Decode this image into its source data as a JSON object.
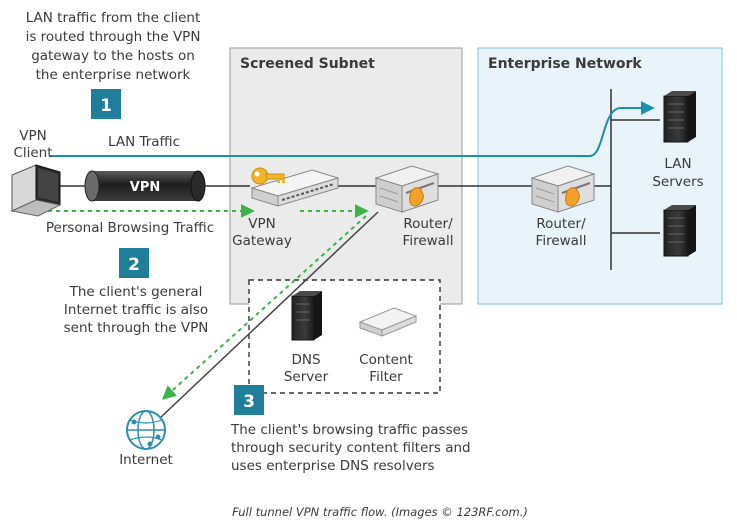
{
  "steps": [
    {
      "number": "1",
      "text": [
        "LAN traffic from the client",
        "is routed through the VPN",
        "gateway to the hosts on",
        "the enterprise network"
      ]
    },
    {
      "number": "2",
      "text": [
        "The client's general",
        "Internet traffic is also",
        "sent through the VPN"
      ]
    },
    {
      "number": "3",
      "text": [
        "The client's browsing traffic passes",
        "through security content filters and",
        "uses enterprise DNS resolvers"
      ]
    }
  ],
  "zones": {
    "screened_subnet": "Screened Subnet",
    "enterprise_network": "Enterprise Network"
  },
  "labels": {
    "vpn_client": [
      "VPN",
      "Client"
    ],
    "lan_traffic": "LAN Traffic",
    "vpn_tunnel": "VPN",
    "personal_browsing": "Personal Browsing Traffic",
    "vpn_gateway": [
      "VPN",
      "Gateway"
    ],
    "router_firewall_1": [
      "Router/",
      "Firewall"
    ],
    "router_firewall_2": [
      "Router/",
      "Firewall"
    ],
    "lan_servers": [
      "LAN",
      "Servers"
    ],
    "dns_server": [
      "DNS",
      "Server"
    ],
    "content_filter": [
      "Content",
      "Filter"
    ],
    "internet": "Internet"
  },
  "caption": "Full tunnel VPN traffic flow. (Images © 123RF.com.)",
  "colors": {
    "step_badge": "#1f7f9a",
    "lan_line": "#1d8fae",
    "dashed_green": "#3bb34a",
    "screened_fill": "#ebebeb",
    "enterprise_fill": "#e8f4fa",
    "enterprise_border": "#7fc0da",
    "key": "#f2b52a",
    "internet_globe": "#2f8fb0"
  },
  "icons": [
    "laptop-icon",
    "tunnel-pipe-icon",
    "key-icon",
    "appliance-icon",
    "router-icon",
    "server-rack-icon",
    "globe-icon"
  ]
}
